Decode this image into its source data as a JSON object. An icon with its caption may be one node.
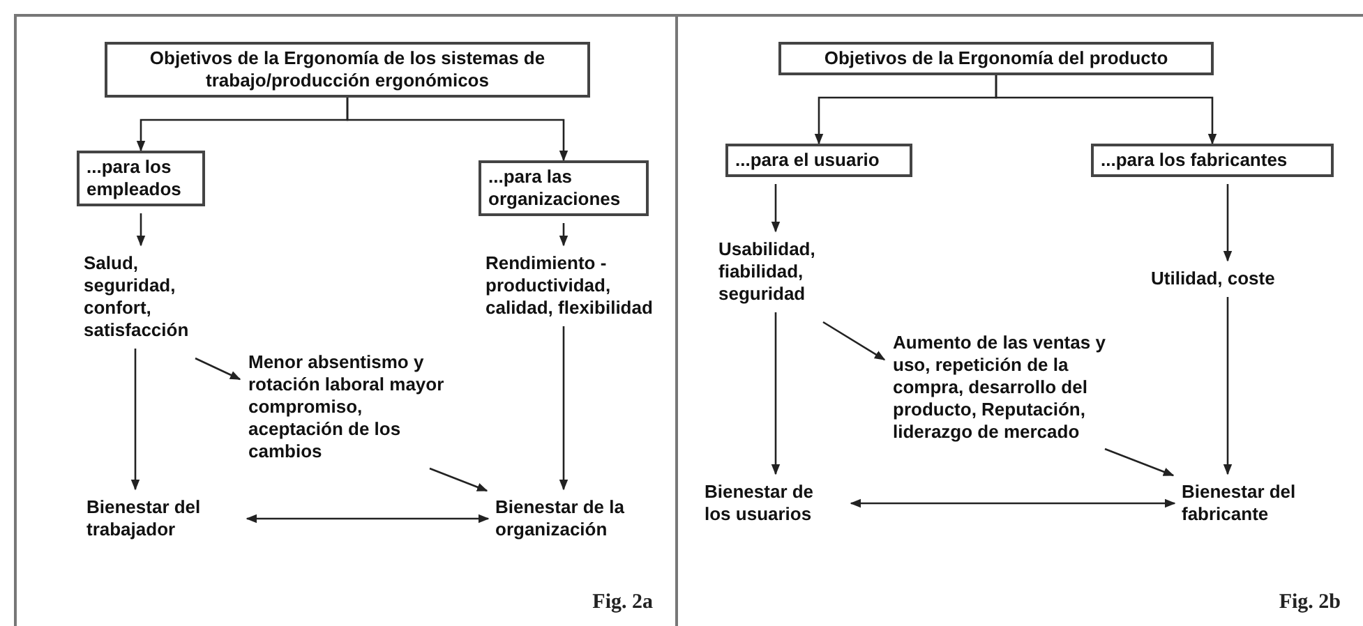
{
  "diagram": {
    "nodes": [
      {
        "text": [
          "Fig. 2a"
        ]
      },
      {
        "text": [
          "Objetivos de la Ergonomía de los sistemas de trabajo/producción ergonómicos"
        ],
        "in": 0
      },
      {
        "text": [
          "...para los empleados"
        ],
        "in": 0
      },
      {
        "text": [
          "...para las organizaciones"
        ],
        "in": 0
      },
      {
        "text": [
          "Salud, seguridad, confort, satisfacción"
        ],
        "in": 0
      },
      {
        "text": [
          "Rendimiento - productividad, calidad, flexibilidad"
        ],
        "in": 0
      },
      {
        "text": [
          "Menor absentismo y rotación laboral mayor compromiso, aceptación de los cambios"
        ],
        "in": 0
      },
      {
        "text": [
          "Bienestar del trabajador"
        ],
        "in": 0
      },
      {
        "text": [
          "Bienestar de la organización"
        ],
        "in": 0
      },
      {
        "text": [
          "Fig. 2b"
        ]
      },
      {
        "text": [
          "Objetivos de la Ergonomía del producto"
        ],
        "in": 9
      },
      {
        "text": [
          "...para el usuario"
        ],
        "in": 9
      },
      {
        "text": [
          "...para los fabricantes"
        ],
        "in": 9
      },
      {
        "text": [
          "Usabilidad, fiabilidad, seguridad"
        ],
        "in": 9
      },
      {
        "text": [
          "Utilidad, coste"
        ],
        "in": 9
      },
      {
        "text": [
          "Aumento de las ventas y uso, repetición de la compra, desarrollo del producto, Reputación, liderazgo de mercado"
        ],
        "in": 9
      },
      {
        "text": [
          "Bienestar de los usuarios"
        ],
        "in": 9
      },
      {
        "text": [
          "Bienestar del fabricante"
        ],
        "in": 9
      }
    ],
    "edges": [
      {
        "from": 1,
        "to": 2,
        "arrow": "to"
      },
      {
        "from": 1,
        "to": 3,
        "arrow": "to"
      },
      {
        "from": 2,
        "to": 4,
        "arrow": "to"
      },
      {
        "from": 3,
        "to": 5,
        "arrow": "to"
      },
      {
        "from": 4,
        "to": 7,
        "arrow": "to"
      },
      {
        "from": 4,
        "to": 6,
        "arrow": "to"
      },
      {
        "from": 6,
        "to": 8,
        "arrow": "to"
      },
      {
        "from": 5,
        "to": 8,
        "arrow": "to"
      },
      {
        "from": 7,
        "to": 8,
        "arrow": "both"
      },
      {
        "from": 10,
        "to": 11,
        "arrow": "to"
      },
      {
        "from": 10,
        "to": 12,
        "arrow": "to"
      },
      {
        "from": 11,
        "to": 13,
        "arrow": "to"
      },
      {
        "from": 12,
        "to": 14,
        "arrow": "to"
      },
      {
        "from": 13,
        "to": 16,
        "arrow": "to"
      },
      {
        "from": 13,
        "to": 15,
        "arrow": "to"
      },
      {
        "from": 15,
        "to": 17,
        "arrow": "to"
      },
      {
        "from": 14,
        "to": 17,
        "arrow": "to"
      },
      {
        "from": 16,
        "to": 17,
        "arrow": "both"
      }
    ]
  }
}
